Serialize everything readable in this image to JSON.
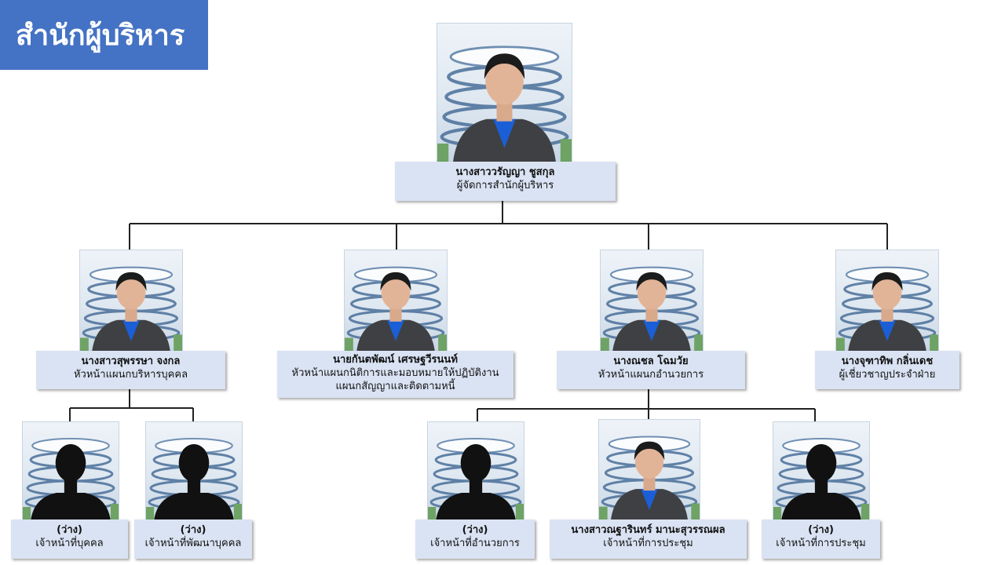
{
  "page_title": "สำนักผู้บริหาร",
  "colors": {
    "title_bg": "#4472c4",
    "label_bg": "#dae3f3",
    "suit": "#3f4043",
    "shirt": "#1a5fd6",
    "placeholder_silhouette": "#111111"
  },
  "people": {
    "director": {
      "name": "นางสาววรัญญา ชูสกุล",
      "role": "ผู้จัดการสำนักผู้บริหาร",
      "icon": "person-photo"
    },
    "hr_head": {
      "name": "นางสาวสุพรรษา จงกล",
      "role": "หัวหน้าแผนกบริหารบุคคล",
      "icon": "person-photo"
    },
    "legal_head": {
      "name": "นายกันตพัฒน์ เศรษฐวีรนนท์",
      "role_line1": "หัวหน้าแผนกนิติการและมอบหมายให้ปฏิบัติงาน",
      "role_line2": "แผนกสัญญาและติดตามหนี้",
      "icon": "person-photo"
    },
    "admin_head": {
      "name": "นางณชล โฉมวัย",
      "role": "หัวหน้าแผนกอำนวยการ",
      "icon": "person-photo"
    },
    "expert": {
      "name": "นางจุฑาทิพ กลิ่นเดช",
      "role": "ผู้เชี่ยวชาญประจำฝ่าย",
      "icon": "person-photo"
    },
    "hr_staff": {
      "name": "(ว่าง)",
      "role": "เจ้าหน้าที่บุคคล",
      "icon": "placeholder-silhouette"
    },
    "hr_dev_staff": {
      "name": "(ว่าง)",
      "role": "เจ้าหน้าที่พัฒนาบุคคล",
      "icon": "placeholder-silhouette"
    },
    "admin_staff": {
      "name": "(ว่าง)",
      "role": "เจ้าหน้าที่อำนวยการ",
      "icon": "placeholder-silhouette"
    },
    "meeting_staff_1": {
      "name": "นางสาวณฐารินทร์ มานะสุวรรณผล",
      "role": "เจ้าหน้าที่การประชุม",
      "icon": "person-photo"
    },
    "meeting_staff_2": {
      "name": "(ว่าง)",
      "role": "เจ้าหน้าที่การประชุม",
      "icon": "placeholder-silhouette"
    }
  }
}
